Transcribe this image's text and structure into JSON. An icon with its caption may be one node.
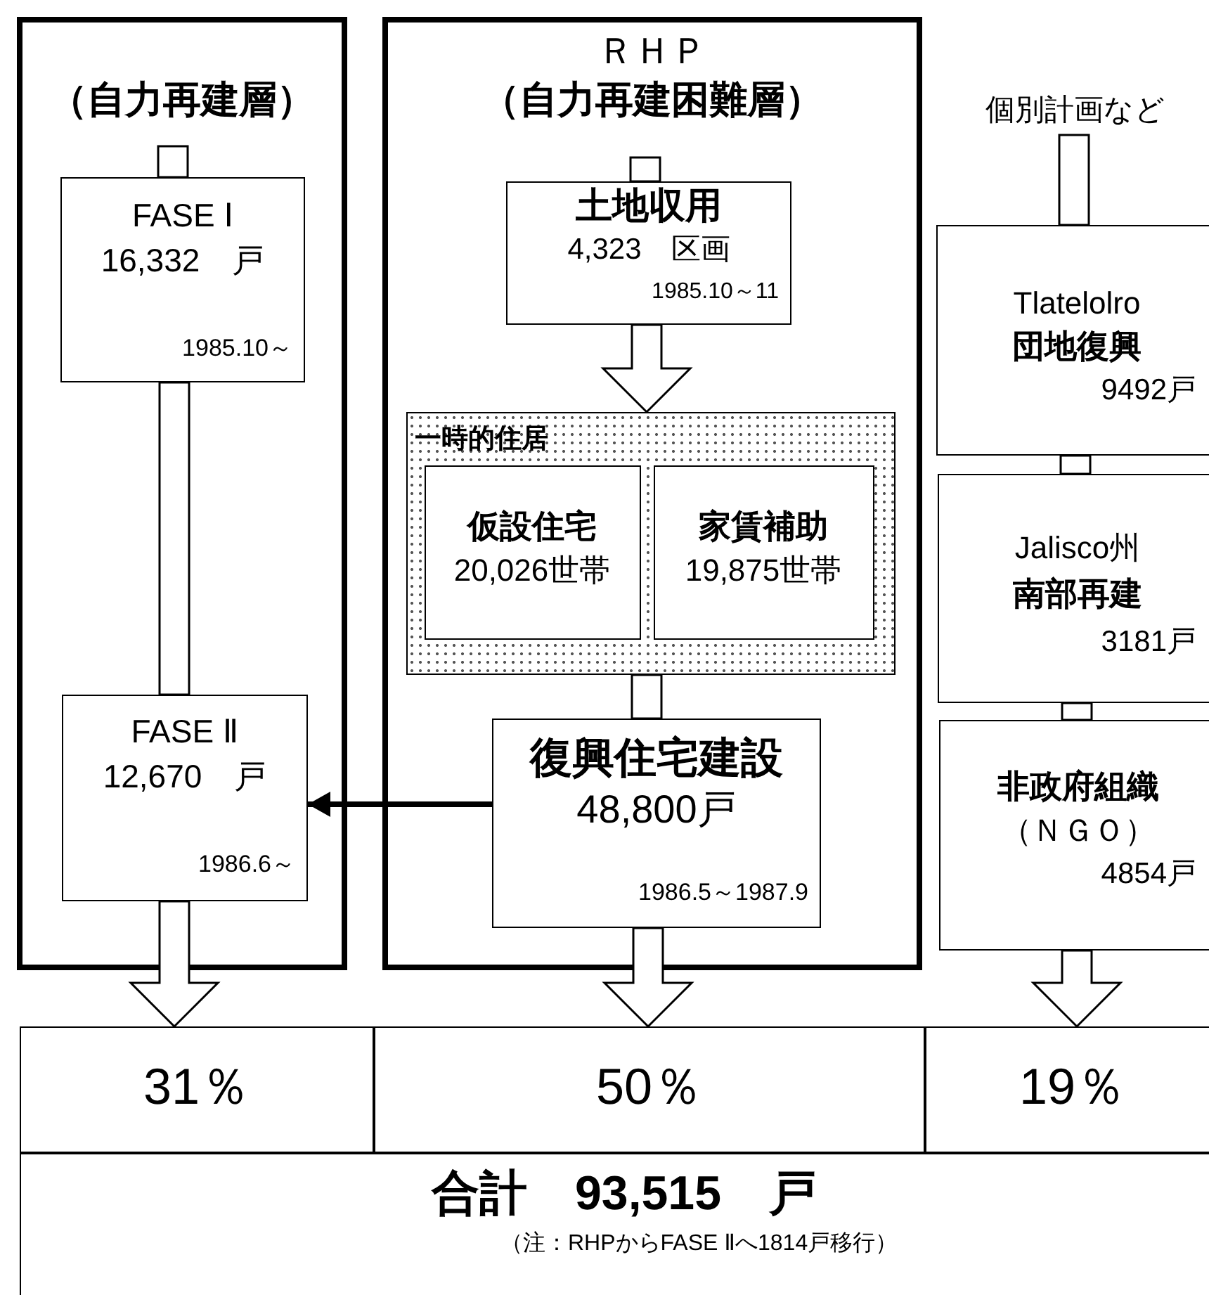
{
  "diagram": {
    "nodes": [
      {
        "text": [
          "（自力再建層）"
        ]
      },
      {
        "text": [
          "FASE Ⅰ",
          "16,332　戸",
          "1985.10～"
        ],
        "in": 0
      },
      {
        "text": [
          "FASE Ⅱ",
          "12,670　戸",
          "1986.6～"
        ],
        "in": 0
      },
      {
        "text": [
          "ＲＨＰ",
          "（自力再建困難層）"
        ]
      },
      {
        "text": [
          "土地収用",
          "4,323　区画",
          "1985.10～11"
        ],
        "in": 3
      },
      {
        "text": [
          "一時的住居"
        ],
        "in": 3
      },
      {
        "text": [
          "仮設住宅",
          "20,026世帯"
        ],
        "in": 5
      },
      {
        "text": [
          "家賃補助",
          "19,875世帯"
        ],
        "in": 5
      },
      {
        "text": [
          "復興住宅建設",
          "48,800戸",
          "1986.5～1987.9"
        ],
        "in": 3
      },
      {
        "text": [
          "個別計画など"
        ]
      },
      {
        "text": [
          "Tlatelolro",
          "団地復興",
          "9492戸"
        ]
      },
      {
        "text": [
          "Jalisco州",
          "南部再建",
          "3181戸"
        ]
      },
      {
        "text": [
          "非政府組織",
          "（ＮＧＯ）",
          "4854戸"
        ]
      },
      {
        "text": [
          "31％"
        ]
      },
      {
        "text": [
          "50％"
        ]
      },
      {
        "text": [
          "19％"
        ]
      },
      {
        "text": [
          "合計　93,515　戸",
          "（注：RHPからFASE Ⅱへ1814戸移行）"
        ]
      }
    ],
    "edges": [
      {
        "from": null,
        "to": 1,
        "arrow": "none"
      },
      {
        "from": 1,
        "to": 2,
        "arrow": "none"
      },
      {
        "from": 2,
        "to": 13,
        "arrow": "to"
      },
      {
        "from": null,
        "to": 4,
        "arrow": "none"
      },
      {
        "from": 4,
        "to": 5,
        "arrow": "to"
      },
      {
        "from": 5,
        "to": 8,
        "arrow": "none"
      },
      {
        "from": 8,
        "to": 2,
        "arrow": "to"
      },
      {
        "from": 8,
        "to": 14,
        "arrow": "to"
      },
      {
        "from": 9,
        "to": 10,
        "arrow": "none"
      },
      {
        "from": 10,
        "to": 11,
        "arrow": "none"
      },
      {
        "from": 11,
        "to": 12,
        "arrow": "none"
      },
      {
        "from": 12,
        "to": 15,
        "arrow": "to"
      }
    ]
  }
}
